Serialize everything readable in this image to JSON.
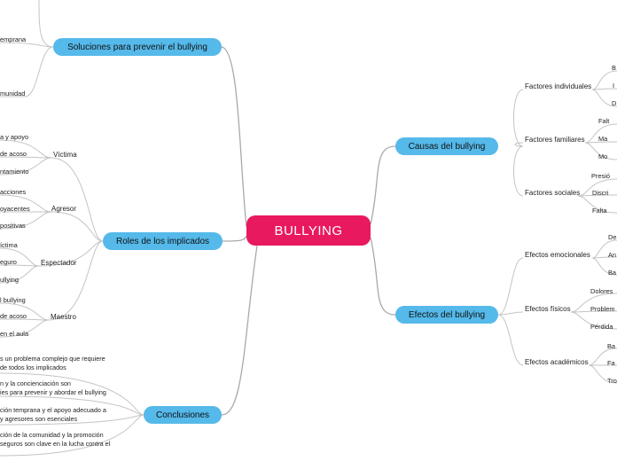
{
  "central": "BULLYING",
  "branches": {
    "soluciones": {
      "title": "Soluciones para prevenir el bullying",
      "items": [
        "emprana",
        "munidad"
      ]
    },
    "roles": {
      "title": "Roles de los implicados",
      "victima": {
        "label": "Víctima",
        "items": [
          "a y apoyo",
          "de acoso",
          "ntamiento"
        ]
      },
      "agresor": {
        "label": "Agresor",
        "items": [
          "acciones",
          "oyacentes",
          "positivas"
        ]
      },
      "espectador": {
        "label": "Espectador",
        "items": [
          "íctima",
          "eguro",
          "ullying"
        ]
      },
      "maestro": {
        "label": "Maestro",
        "items": [
          "l bullying",
          "de acoso",
          "en el aula"
        ]
      }
    },
    "conclusiones": {
      "title": "Conclusiones",
      "items": [
        "s un problema complejo que requiere|de todos los implicados",
        "n y la concienciación son|ies para prevenir y abordar el bullying",
        "ción temprana y el apoyo adecuado a|y agresores son esenciales",
        "ción de la comunidad y la promoción|seguros son clave en la lucha contra el"
      ]
    },
    "causas": {
      "title": "Causas del bullying",
      "individuales": {
        "label": "Factores individuales",
        "items": [
          "B",
          "I",
          "D"
        ]
      },
      "familiares": {
        "label": "Factores familiares",
        "items": [
          "Falt",
          "Ma",
          "Mo"
        ]
      },
      "sociales": {
        "label": "Factores sociales",
        "items": [
          "Presió",
          "Discri",
          "Falta"
        ]
      }
    },
    "efectos": {
      "title": "Efectos del bullying",
      "emocionales": {
        "label": "Efectos emocionales",
        "items": [
          "De",
          "An",
          "Ba"
        ]
      },
      "fisicos": {
        "label": "Efectos físicos",
        "items": [
          "Dolores",
          "Problem",
          "Pérdida"
        ]
      },
      "academicos": {
        "label": "Efectos académicos",
        "items": [
          "Ba",
          "Fa",
          "Tro"
        ]
      }
    }
  },
  "colors": {
    "central": "#e8195f",
    "main": "#55b9ea",
    "line": "#a9a9a9",
    "leafLine": "#c4c4c4"
  }
}
